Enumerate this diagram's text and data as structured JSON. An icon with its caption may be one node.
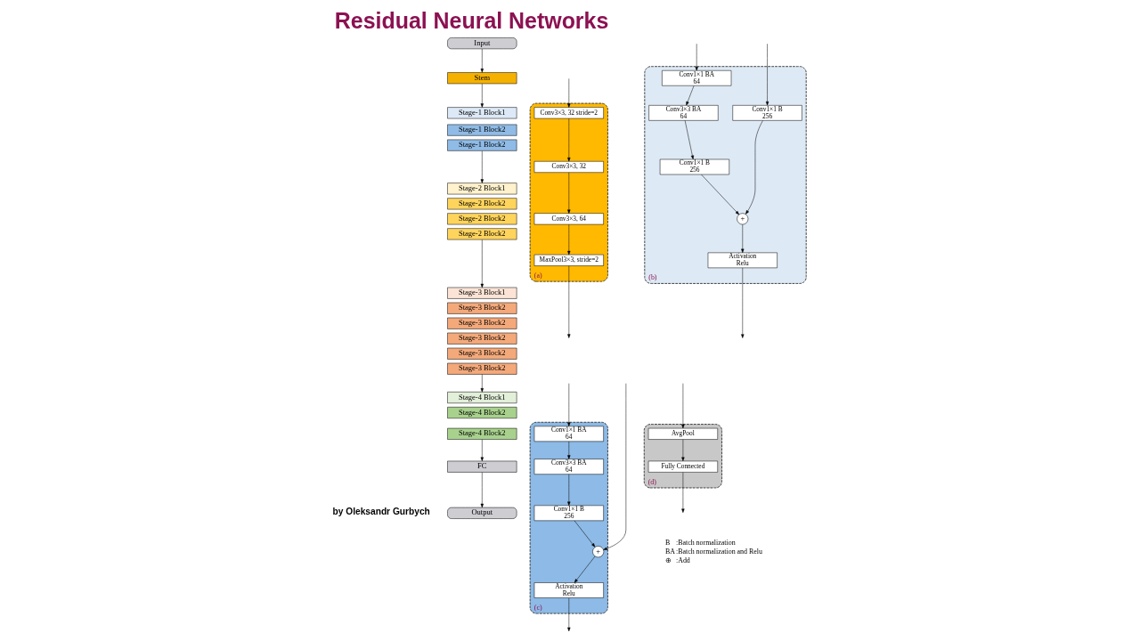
{
  "diagram": {
    "title": "Residual Neural Networks",
    "nodes": [
      {
        "text": [
          "Input"
        ]
      },
      {
        "text": [
          "Stem"
        ]
      },
      {
        "text": [
          "Stage-1 Block1"
        ]
      },
      {
        "text": [
          "Stage-1 Block2"
        ]
      },
      {
        "text": [
          "Stage-1 Block2"
        ]
      },
      {
        "text": [
          "Stage-2 Block1"
        ]
      },
      {
        "text": [
          "Stage-2 Block2"
        ]
      },
      {
        "text": [
          "Stage-2 Block2"
        ]
      },
      {
        "text": [
          "Stage-2 Block2"
        ]
      },
      {
        "text": [
          "Stage-3 Block1"
        ]
      },
      {
        "text": [
          "Stage-3 Block2"
        ]
      },
      {
        "text": [
          "Stage-3 Block2"
        ]
      },
      {
        "text": [
          "Stage-3 Block2"
        ]
      },
      {
        "text": [
          "Stage-3 Block2"
        ]
      },
      {
        "text": [
          "Stage-3 Block2"
        ]
      },
      {
        "text": [
          "Stage-4 Block1"
        ]
      },
      {
        "text": [
          "Stage-4 Block2"
        ]
      },
      {
        "text": [
          "Stage-4 Block2"
        ]
      },
      {
        "text": [
          "FC"
        ]
      },
      {
        "text": [
          "Output"
        ]
      },
      {
        "text": [
          "(a)"
        ]
      },
      {
        "text": [
          "Conv3×3, 32 stride=2"
        ],
        "in": 20
      },
      {
        "text": [
          "Conv3×3, 32"
        ],
        "in": 20
      },
      {
        "text": [
          "Conv3×3, 64"
        ],
        "in": 20
      },
      {
        "text": [
          "MaxPool3×3, stride=2"
        ],
        "in": 20
      },
      {
        "text": [
          "(b)"
        ]
      },
      {
        "text": [
          "Conv1×1 BA",
          "64"
        ],
        "in": 25
      },
      {
        "text": [
          "Conv3×3 BA",
          "64"
        ],
        "in": 25
      },
      {
        "text": [
          "Conv1×1 B",
          "256"
        ],
        "in": 25
      },
      {
        "text": [
          "Conv1×1 B",
          "256"
        ],
        "in": 25
      },
      {
        "text": [
          "+"
        ],
        "in": 25
      },
      {
        "text": [
          "Activation",
          "Relu"
        ],
        "in": 25
      },
      {
        "text": [
          "(c)"
        ]
      },
      {
        "text": [
          "Conv1×1 BA",
          "64"
        ],
        "in": 32
      },
      {
        "text": [
          "Conv3×3 BA",
          "64"
        ],
        "in": 32
      },
      {
        "text": [
          "Conv1×1 B",
          "256"
        ],
        "in": 32
      },
      {
        "text": [
          "+"
        ],
        "in": 32
      },
      {
        "text": [
          "Activation",
          "Relu"
        ],
        "in": 32
      },
      {
        "text": [
          "(d)"
        ]
      },
      {
        "text": [
          "AvgPool"
        ],
        "in": 38
      },
      {
        "text": [
          "Fully Connected"
        ],
        "in": 38
      }
    ],
    "edges": [
      {
        "from": 0,
        "to": 1,
        "arrow": "to"
      },
      {
        "from": 1,
        "to": 2,
        "arrow": "to"
      },
      {
        "from": 4,
        "to": 5,
        "arrow": "to"
      },
      {
        "from": 8,
        "to": 9,
        "arrow": "to"
      },
      {
        "from": 14,
        "to": 15,
        "arrow": "to"
      },
      {
        "from": 17,
        "to": 18,
        "arrow": "to"
      },
      {
        "from": 18,
        "to": 19,
        "arrow": "to"
      },
      {
        "from": null,
        "to": 21,
        "arrow": "to"
      },
      {
        "from": 21,
        "to": 22,
        "arrow": "to"
      },
      {
        "from": 22,
        "to": 23,
        "arrow": "to"
      },
      {
        "from": 23,
        "to": 24,
        "arrow": "to"
      },
      {
        "from": 24,
        "to": null,
        "arrow": "to"
      },
      {
        "from": null,
        "to": 26,
        "arrow": "to"
      },
      {
        "from": null,
        "to": 28,
        "arrow": "to"
      },
      {
        "from": 26,
        "to": 27,
        "arrow": "to"
      },
      {
        "from": 27,
        "to": 29,
        "arrow": "to"
      },
      {
        "from": 29,
        "to": 30,
        "arrow": "to"
      },
      {
        "from": 28,
        "to": 30,
        "arrow": "to"
      },
      {
        "from": 30,
        "to": 31,
        "arrow": "to"
      },
      {
        "from": 31,
        "to": null,
        "arrow": "to"
      },
      {
        "from": null,
        "to": 33,
        "arrow": "to"
      },
      {
        "from": null,
        "to": 36,
        "arrow": "to"
      },
      {
        "from": 33,
        "to": 34,
        "arrow": "to"
      },
      {
        "from": 34,
        "to": 35,
        "arrow": "to"
      },
      {
        "from": 35,
        "to": 36,
        "arrow": "to"
      },
      {
        "from": 36,
        "to": 37,
        "arrow": "to"
      },
      {
        "from": 37,
        "to": null,
        "arrow": "to"
      },
      {
        "from": null,
        "to": 39,
        "arrow": "to"
      },
      {
        "from": 39,
        "to": 40,
        "arrow": "to"
      },
      {
        "from": 40,
        "to": null,
        "arrow": "to"
      }
    ],
    "labels": [
      "B",
      ":Batch normalization",
      "BA",
      ":Batch normalization and Relu",
      "⊕",
      ":Add",
      "by Oleksandr Gurbych"
    ]
  }
}
